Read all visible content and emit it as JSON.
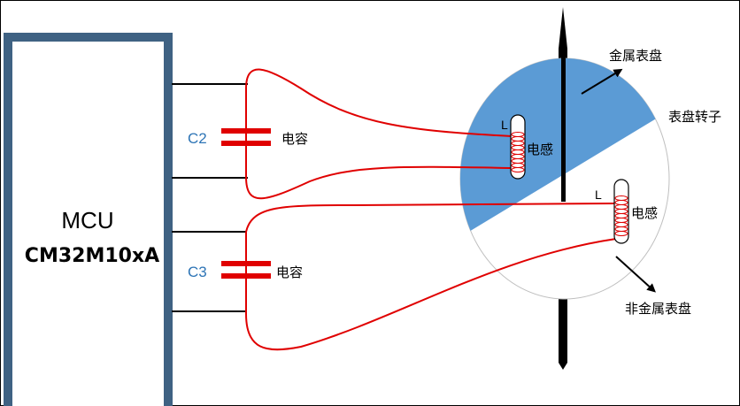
{
  "mcu": {
    "line1": "MCU",
    "line2": "CM32M10xA"
  },
  "capacitors": [
    {
      "name": "C2",
      "label": "电容"
    },
    {
      "name": "C3",
      "label": "电容"
    }
  ],
  "inductors": [
    {
      "letter": "L",
      "label": "电感"
    },
    {
      "letter": "L",
      "label": "电感"
    }
  ],
  "dial": {
    "metal_label": "金属表盘",
    "rotor_label": "表盘转子",
    "nonmetal_label": "非金属表盘",
    "metal_color": "#5b9bd5"
  },
  "colors": {
    "wire_red": "#e00000",
    "mcu_border": "#3f6283"
  }
}
